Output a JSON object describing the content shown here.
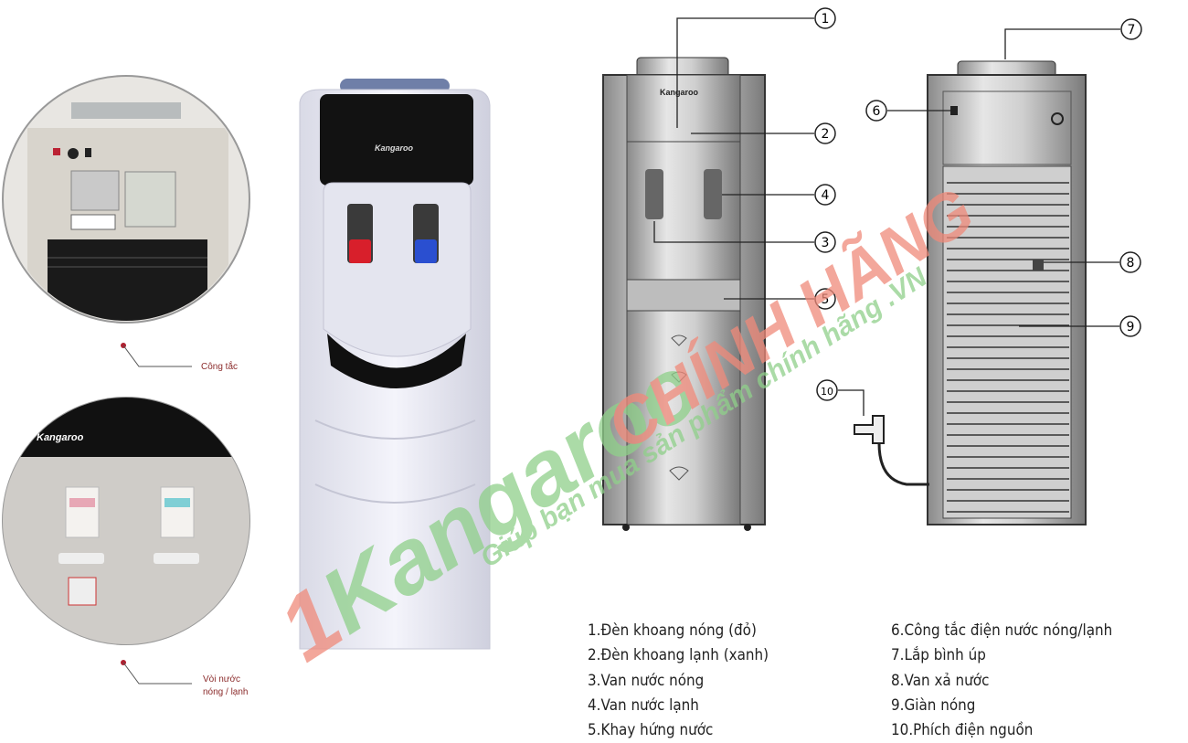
{
  "photos": {
    "rear_closeup_caption": "Công tắc",
    "tap_closeup_caption": "Vòi nước nóng / lạnh",
    "tap_closeup_caption_line1": "Vòi nước",
    "tap_closeup_caption_line2": "nóng / lạnh",
    "brand_logo": "Kangaroo"
  },
  "front_diagram": {
    "brand_logo": "Kangaroo",
    "callouts": [
      "1",
      "2",
      "3",
      "4",
      "5"
    ]
  },
  "back_diagram": {
    "callouts": [
      "6",
      "7",
      "8",
      "9",
      "10"
    ]
  },
  "legend": {
    "left": [
      "1.Đèn khoang nóng (đỏ)",
      "2.Đèn khoang lạnh (xanh)",
      "3.Van nước nóng",
      "4.Van nước lạnh",
      "5.Khay hứng nước"
    ],
    "right": [
      "6.Công tắc điện nước nóng/lạnh",
      "7.Lắp bình úp",
      "8.Van xả nước",
      "9.Giàn nóng",
      "10.Phích điện nguồn"
    ]
  },
  "watermark": {
    "number": "1",
    "brand": "Kangaroo",
    "headline": "CHÍNH HÃNG",
    "tagline": "Giúp bạn mua sản phẩm chính hãng",
    "domain": ".VN"
  },
  "colors": {
    "watermark_red": "#f08a7a",
    "watermark_green": "#8fd08a",
    "caption_red": "#8b2b2b",
    "hot_tap": "#d8202a",
    "cold_tap": "#2a4fd0"
  }
}
